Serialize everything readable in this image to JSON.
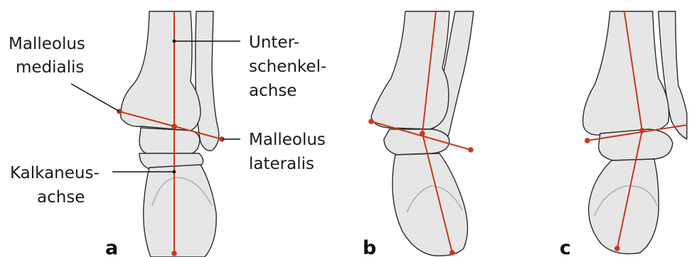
{
  "figure": {
    "labels": {
      "malleolus_medialis": [
        "Malleolus",
        "medialis"
      ],
      "unterschenkelachse": [
        "Unter-",
        "schenkel-",
        "achse"
      ],
      "malleolus_lateralis": [
        "Malleolus",
        "lateralis"
      ],
      "kalkaneusachse": [
        "Kalkaneus-",
        "achse"
      ]
    },
    "panels": [
      "a",
      "b",
      "c"
    ],
    "colors": {
      "axis": "#c8381e",
      "bone_fill": "#e6e6e6",
      "outline": "#2b2b2b"
    }
  }
}
